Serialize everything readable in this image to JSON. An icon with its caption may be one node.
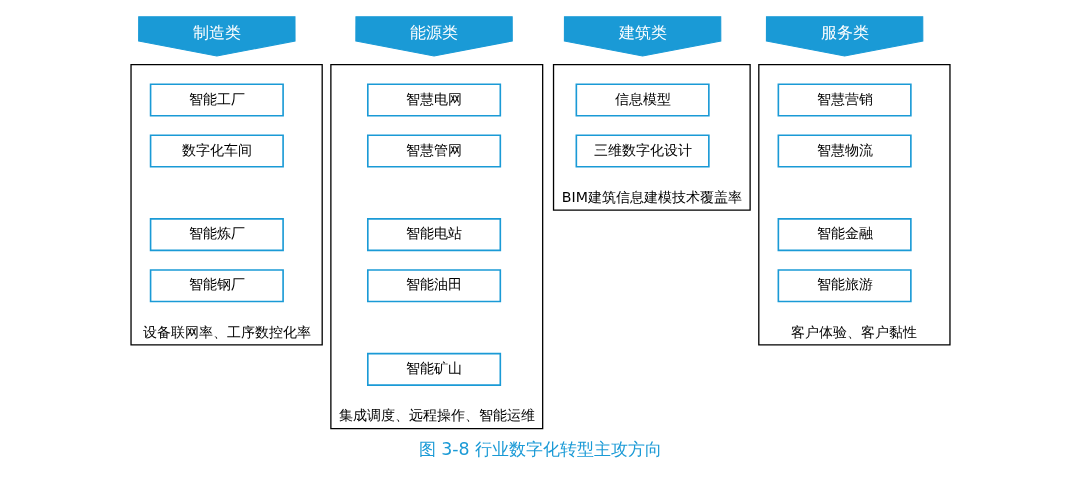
{
  "diagram": {
    "caption": "图 3-8 行业数字化转型主攻方向",
    "nodes": [
      {
        "text": [
          "制造类"
        ]
      },
      {
        "text": [
          "设备联网率、工序数控化率"
        ]
      },
      {
        "text": [
          "智能工厂"
        ],
        "in": 1
      },
      {
        "text": [
          "数字化车间"
        ],
        "in": 1
      },
      {
        "text": [
          "智能炼厂"
        ],
        "in": 1
      },
      {
        "text": [
          "智能钢厂"
        ],
        "in": 1
      },
      {
        "text": [
          "能源类"
        ]
      },
      {
        "text": [
          "集成调度、远程操作、智能运维"
        ]
      },
      {
        "text": [
          "智慧电网"
        ],
        "in": 7
      },
      {
        "text": [
          "智慧管网"
        ],
        "in": 7
      },
      {
        "text": [
          "智能电站"
        ],
        "in": 7
      },
      {
        "text": [
          "智能油田"
        ],
        "in": 7
      },
      {
        "text": [
          "智能矿山"
        ],
        "in": 7
      },
      {
        "text": [
          "建筑类"
        ]
      },
      {
        "text": [
          "BIM建筑信息建模技术覆盖率"
        ]
      },
      {
        "text": [
          "信息模型"
        ],
        "in": 14
      },
      {
        "text": [
          "三维数字化设计"
        ],
        "in": 14
      },
      {
        "text": [
          "服务类"
        ]
      },
      {
        "text": [
          "客户体验、客户黏性"
        ]
      },
      {
        "text": [
          "智慧营销"
        ],
        "in": 18
      },
      {
        "text": [
          "智慧物流"
        ],
        "in": 18
      },
      {
        "text": [
          "智能金融"
        ],
        "in": 18
      },
      {
        "text": [
          "智能旅游"
        ],
        "in": 18
      }
    ],
    "edges": []
  }
}
